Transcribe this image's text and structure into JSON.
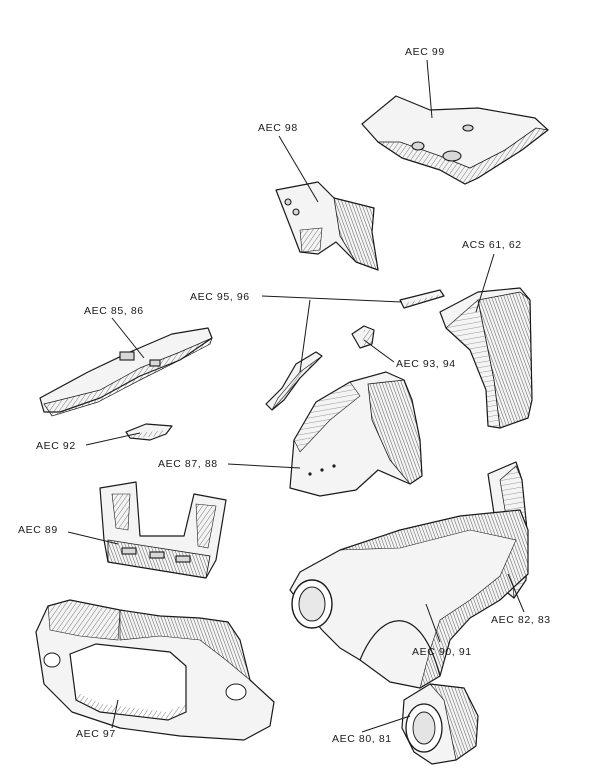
{
  "labels": {
    "aec99": "AEC 99",
    "aec98": "AEC 98",
    "acs6162": "ACS 61, 62",
    "aec9596": "AEC 95, 96",
    "aec8586": "AEC 85, 86",
    "aec9394": "AEC 93, 94",
    "aec92": "AEC 92",
    "aec8788": "AEC 87, 88",
    "aec89": "AEC 89",
    "aec8283": "AEC 82, 83",
    "aec9091": "AEC 90, 91",
    "aec97": "AEC 97",
    "aec8081": "AEC 80, 81"
  }
}
